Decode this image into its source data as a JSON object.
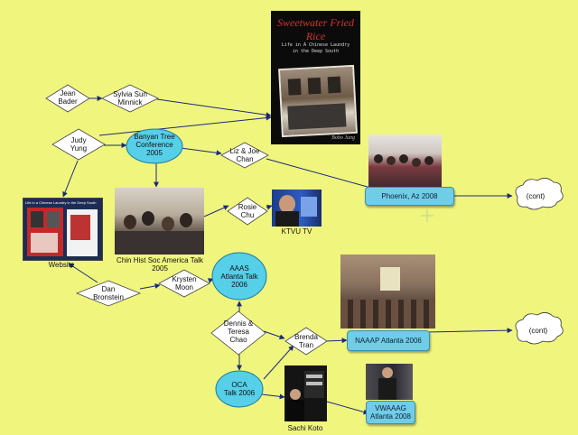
{
  "diagram": {
    "diamonds": {
      "jean_bader": [
        "Jean",
        "Bader"
      ],
      "sylvia_sun_minnick": [
        "Sylvia Sun",
        "Minnick"
      ],
      "judy_yung": [
        "Judy",
        "Yung"
      ],
      "liz_joe_chan": [
        "Liz & Joe",
        "Chan"
      ],
      "rosie_chu": [
        "Rosie",
        "Chu"
      ],
      "dan_bronstein": [
        "Dan",
        "Bronstein"
      ],
      "krysten_moon": [
        "Krysten",
        "Moon"
      ],
      "dennis_teresa_chao": [
        "Dennis &",
        "Teresa",
        "Chao"
      ],
      "brenda_tran": [
        "Brenda",
        "Tran"
      ]
    },
    "ellipses": {
      "banyan_tree": [
        "Banyan Tree",
        "Conference",
        "2005"
      ],
      "aaas_atlanta": [
        "AAAS",
        "Atlanta Talk",
        "2006"
      ],
      "oca_talk": [
        "OCA",
        "Talk 2006"
      ]
    },
    "clouds": {
      "cont_1": "(cont)",
      "cont_2": "(cont)"
    },
    "boxes": {
      "phoenix": "Phoenix, Az 2008",
      "naaap_atlanta": "NAAAP Atlanta 2006",
      "vwaaag_atlanta": [
        "VWAAAG",
        "Atlanta 2008"
      ]
    },
    "captions": {
      "website": "Website",
      "chin_hist_soc": [
        "Chin Hist Soc America Talk",
        "2005"
      ],
      "ktvu_tv": "KTVU TV",
      "sachi_koto": "Sachi Koto"
    },
    "book": {
      "title": "Sweetwater Fried Rice",
      "subtitle": [
        "Life in A Chinese Laundry",
        "in the Deep South"
      ],
      "author": "Bobo Jung"
    },
    "website_thumb": {
      "banner": "Life in a Chinese Laundry in the Deep South"
    }
  },
  "colors": {
    "background": "#f0f57e",
    "ellipse_fill": "#56cfe8",
    "box_fill": "#6fcde8",
    "link": "#1a2a7a"
  }
}
